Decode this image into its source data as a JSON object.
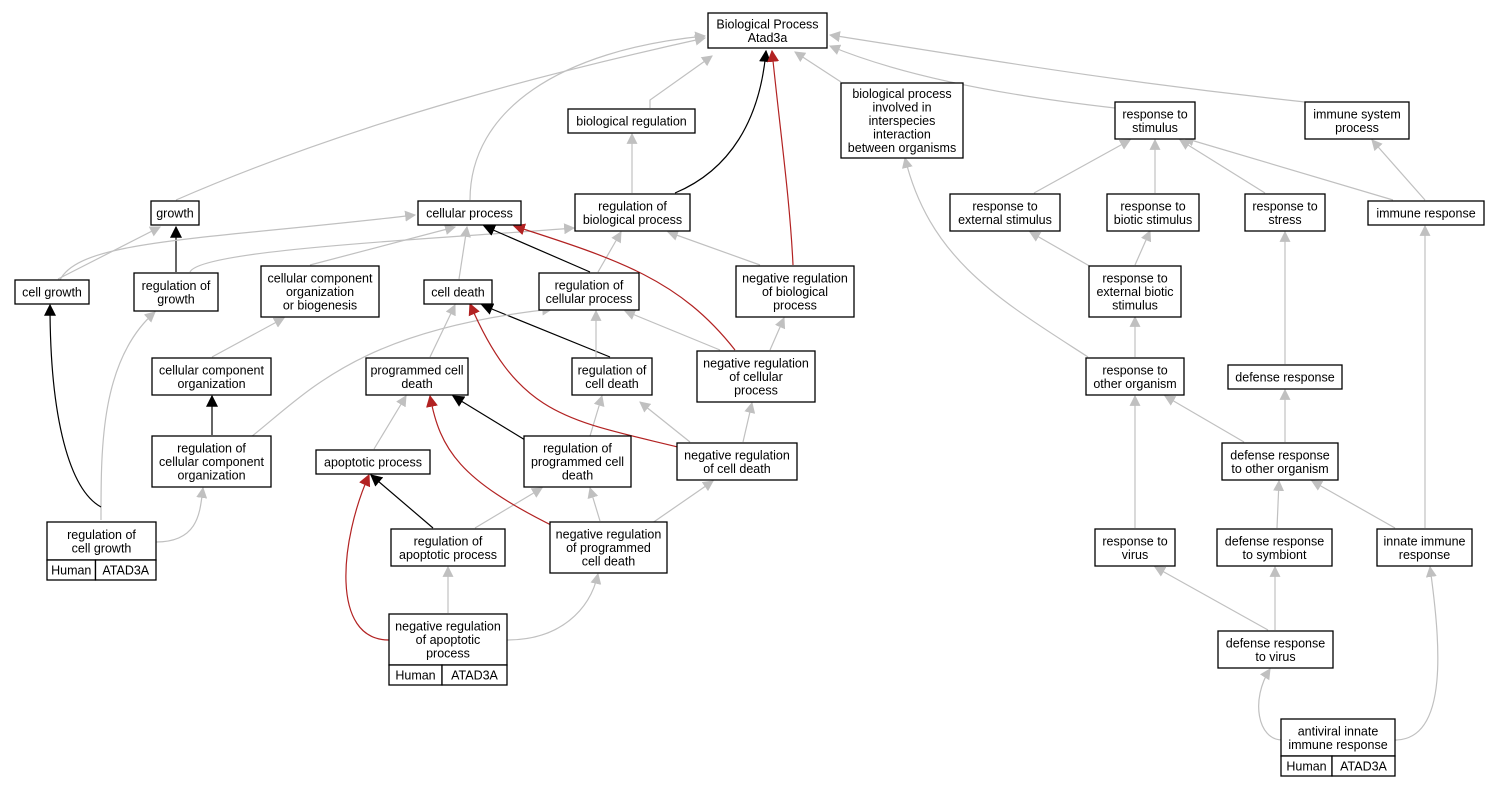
{
  "colors": {
    "normal": "#c0c0c0",
    "is_a": "#000000",
    "negative": "#b22222",
    "annotation": "#f0604a"
  },
  "nodes": {
    "root": [
      "Biological Process",
      "Atad3a"
    ],
    "bioreg": [
      "biological regulation"
    ],
    "bpinter": [
      "biological process",
      "involved in",
      "interspecies",
      "interaction",
      "between organisms"
    ],
    "resp_stim": [
      "response to",
      "stimulus"
    ],
    "imm_sys": [
      "immune system",
      "process"
    ],
    "growth": [
      "growth"
    ],
    "cell_proc": [
      "cellular process"
    ],
    "reg_bio": [
      "regulation of",
      "biological process"
    ],
    "resp_ext": [
      "response to",
      "external stimulus"
    ],
    "resp_bio": [
      "response to",
      "biotic stimulus"
    ],
    "resp_stress": [
      "response to",
      "stress"
    ],
    "imm_resp": [
      "immune response"
    ],
    "cell_growth": [
      "cell growth"
    ],
    "reg_growth": [
      "regulation of",
      "growth"
    ],
    "ccob": [
      "cellular component",
      "organization",
      "or biogenesis"
    ],
    "cell_death": [
      "cell death"
    ],
    "reg_cell_proc": [
      "regulation of",
      "cellular process"
    ],
    "neg_reg_bio": [
      "negative regulation",
      "of biological",
      "process"
    ],
    "resp_ext_bio": [
      "response to",
      "external biotic",
      "stimulus"
    ],
    "cco": [
      "cellular component",
      "organization"
    ],
    "pcd": [
      "programmed cell",
      "death"
    ],
    "reg_cd": [
      "regulation of",
      "cell death"
    ],
    "neg_reg_cp": [
      "negative regulation",
      "of cellular",
      "process"
    ],
    "resp_other": [
      "response to",
      "other organism"
    ],
    "def_resp": [
      "defense response"
    ],
    "reg_cco": [
      "regulation of",
      "cellular component",
      "organization"
    ],
    "apop": [
      "apoptotic process"
    ],
    "reg_pcd": [
      "regulation of",
      "programmed cell",
      "death"
    ],
    "neg_reg_cd": [
      "negative regulation",
      "of cell death"
    ],
    "def_other": [
      "defense response",
      "to other organism"
    ],
    "reg_cg": [
      "regulation of",
      "cell growth"
    ],
    "reg_apop": [
      "regulation of",
      "apoptotic process"
    ],
    "neg_reg_pcd": [
      "negative regulation",
      "of programmed",
      "cell death"
    ],
    "resp_virus": [
      "response to",
      "virus"
    ],
    "def_symb": [
      "defense response",
      "to symbiont"
    ],
    "innate": [
      "innate immune",
      "response"
    ],
    "neg_reg_apop": [
      "negative regulation",
      "of apoptotic",
      "process"
    ],
    "def_virus": [
      "defense response",
      "to virus"
    ],
    "antiviral": [
      "antiviral innate",
      "immune response"
    ]
  },
  "annotations": {
    "reg_cg": [
      "Human",
      "ATAD3A"
    ],
    "neg_reg_apop": [
      "Human",
      "ATAD3A"
    ],
    "antiviral": [
      "Human",
      "ATAD3A"
    ]
  }
}
